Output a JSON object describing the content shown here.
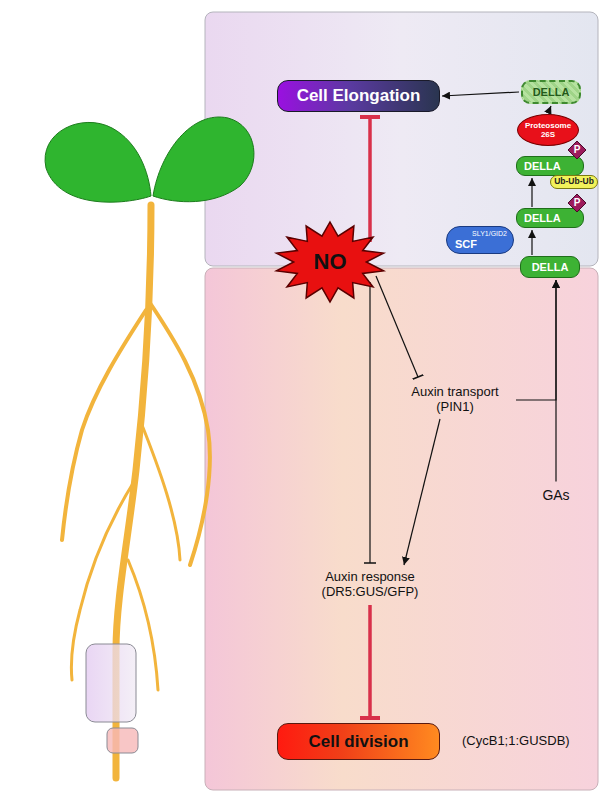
{
  "diagram": {
    "nodes": [
      {
        "text": [
          "Cell Elongation"
        ]
      },
      {
        "text": [
          "DELLA"
        ]
      },
      {
        "text": [
          "Proteosome 26S"
        ]
      },
      {
        "text": [
          "P"
        ]
      },
      {
        "text": [
          "DELLA"
        ]
      },
      {
        "text": [
          "Ub-Ub-Ub"
        ]
      },
      {
        "text": [
          "P"
        ]
      },
      {
        "text": [
          "DELLA"
        ]
      },
      {
        "text": [
          "SCF",
          "SLY1/GID2"
        ]
      },
      {
        "text": [
          "NO"
        ]
      },
      {
        "text": [
          "DELLA"
        ]
      },
      {
        "text": [
          "Auxin transport (PIN1)"
        ]
      },
      {
        "text": [
          "GAs"
        ]
      },
      {
        "text": [
          "Auxin response (DR5:GUS/GFP)"
        ]
      },
      {
        "text": [
          "Cell division"
        ]
      }
    ],
    "edges": [
      {
        "from": 9,
        "to": 0,
        "arrow": "to"
      },
      {
        "from": 1,
        "to": 0,
        "arrow": "to"
      },
      {
        "from": 2,
        "to": 1,
        "arrow": "to"
      },
      {
        "from": 7,
        "to": 4,
        "arrow": "to"
      },
      {
        "from": 10,
        "to": 7,
        "arrow": "to"
      },
      {
        "from": 9,
        "to": 11,
        "arrow": "to"
      },
      {
        "from": 9,
        "to": 13,
        "arrow": "to"
      },
      {
        "from": 11,
        "to": 13,
        "arrow": "to"
      },
      {
        "from": 11,
        "to": 10,
        "arrow": "to"
      },
      {
        "from": 12,
        "to": 10,
        "arrow": "to"
      },
      {
        "from": 13,
        "to": 14,
        "arrow": "to"
      }
    ],
    "labels": [
      "(CycB1;1:GUSDB)"
    ]
  }
}
